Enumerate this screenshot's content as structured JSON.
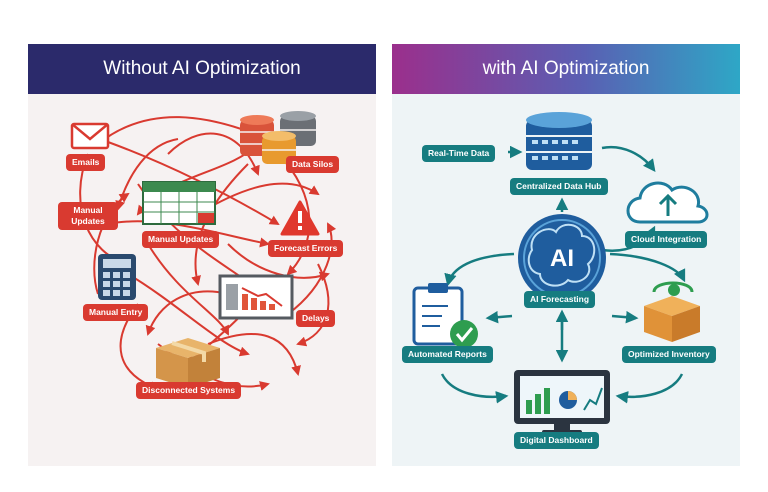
{
  "left": {
    "title": "Without AI Optimization",
    "labels": {
      "emails": "Emails",
      "data_silos": "Data Silos",
      "manual_updates_left": "Manual Updates",
      "manual_updates_center": "Manual Updates",
      "forecast_errors": "Forecast Errors",
      "manual_entry": "Manual Entry",
      "delays": "Delays",
      "disconnected_systems": "Disconnected Systems"
    }
  },
  "right": {
    "title": "with AI Optimization",
    "labels": {
      "real_time_data": "Real-Time Data",
      "centralized_data_hub": "Centralized Data Hub",
      "cloud_integration": "Cloud Integration",
      "ai_text": "AI",
      "ai_forecasting": "AI Forecasting",
      "automated_reports": "Automated Reports",
      "optimized_inventory": "Optimized Inventory",
      "digital_dashboard": "Digital Dashboard"
    }
  },
  "colors": {
    "left_banner": "#2b2a6b",
    "chaos_red": "#d93a30",
    "teal": "#167c80",
    "hub_blue": "#1f5d9e"
  }
}
